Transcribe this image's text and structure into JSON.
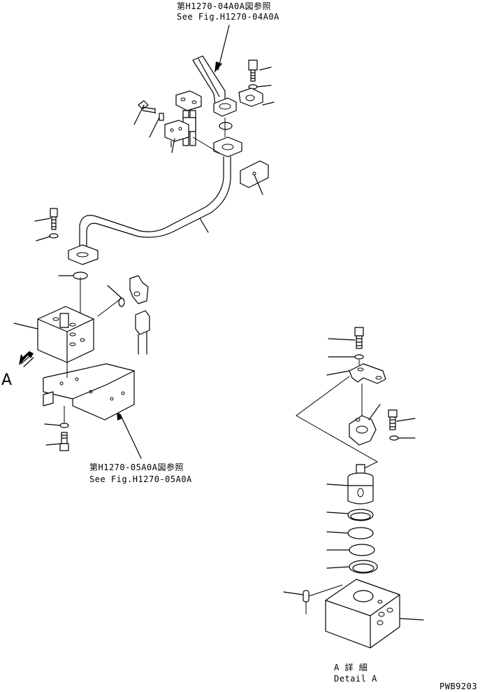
{
  "references": {
    "top_jp": "第H1270-04A0A図参照",
    "top_en": "See Fig.H1270-04A0A",
    "mid_jp": "第H1270-05A0A図参照",
    "mid_en": "See Fig.H1270-05A0A"
  },
  "view_marker": "A",
  "detail": {
    "jp": "A 詳 細",
    "en": "Detail A"
  },
  "drawing_code": "PWB9203"
}
